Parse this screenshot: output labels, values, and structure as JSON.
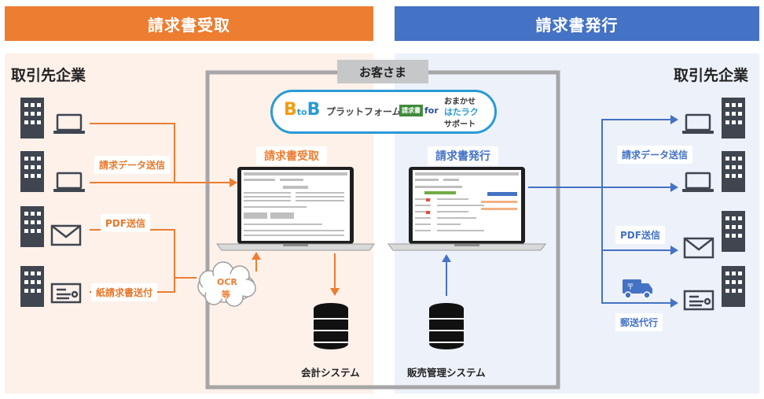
{
  "banners": {
    "receive": "請求書受取",
    "issue": "請求書発行"
  },
  "companies": {
    "left": "取引先企業",
    "right": "取引先企業"
  },
  "customer_label": "お客さま",
  "logo": {
    "b1": "B",
    "to": "to",
    "b2": "B",
    "platform": "プラットフォーム",
    "badge": "請求書",
    "for": "for",
    "line1": "おまかせ",
    "line2": "はたラク",
    "line3": "サポート"
  },
  "left_laptop_title": "請求書受取",
  "right_laptop_title": "請求書発行",
  "left_labels": {
    "data": "請求データ送信",
    "pdf": "PDF送信",
    "paper": "紙請求書送付"
  },
  "ocr": {
    "line1": "OCR",
    "line2": "等"
  },
  "right_labels": {
    "data": "請求データ送信",
    "pdf": "PDF送信",
    "post": "郵送代行"
  },
  "systems": {
    "accounting": "会計システム",
    "sales": "販売管理システム"
  },
  "colors": {
    "orange": "#ed7d31",
    "blue": "#4472c4",
    "orange_bg": "#fdf1ea",
    "blue_bg": "#edf1fa",
    "frame": "#a6a6a6",
    "building": "#3f4650"
  }
}
